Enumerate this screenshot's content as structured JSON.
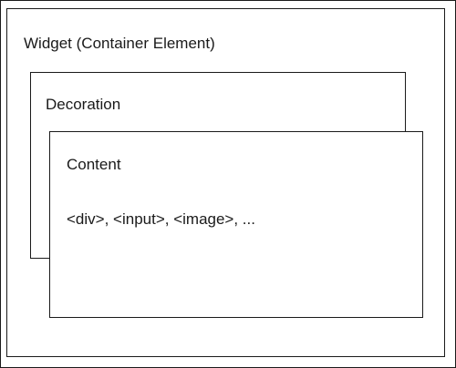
{
  "diagram": {
    "widget": {
      "label": "Widget (Container Element)"
    },
    "decoration": {
      "label": "Decoration"
    },
    "content": {
      "label": "Content",
      "elements_text": "<div>, <input>, <image>, ..."
    }
  }
}
